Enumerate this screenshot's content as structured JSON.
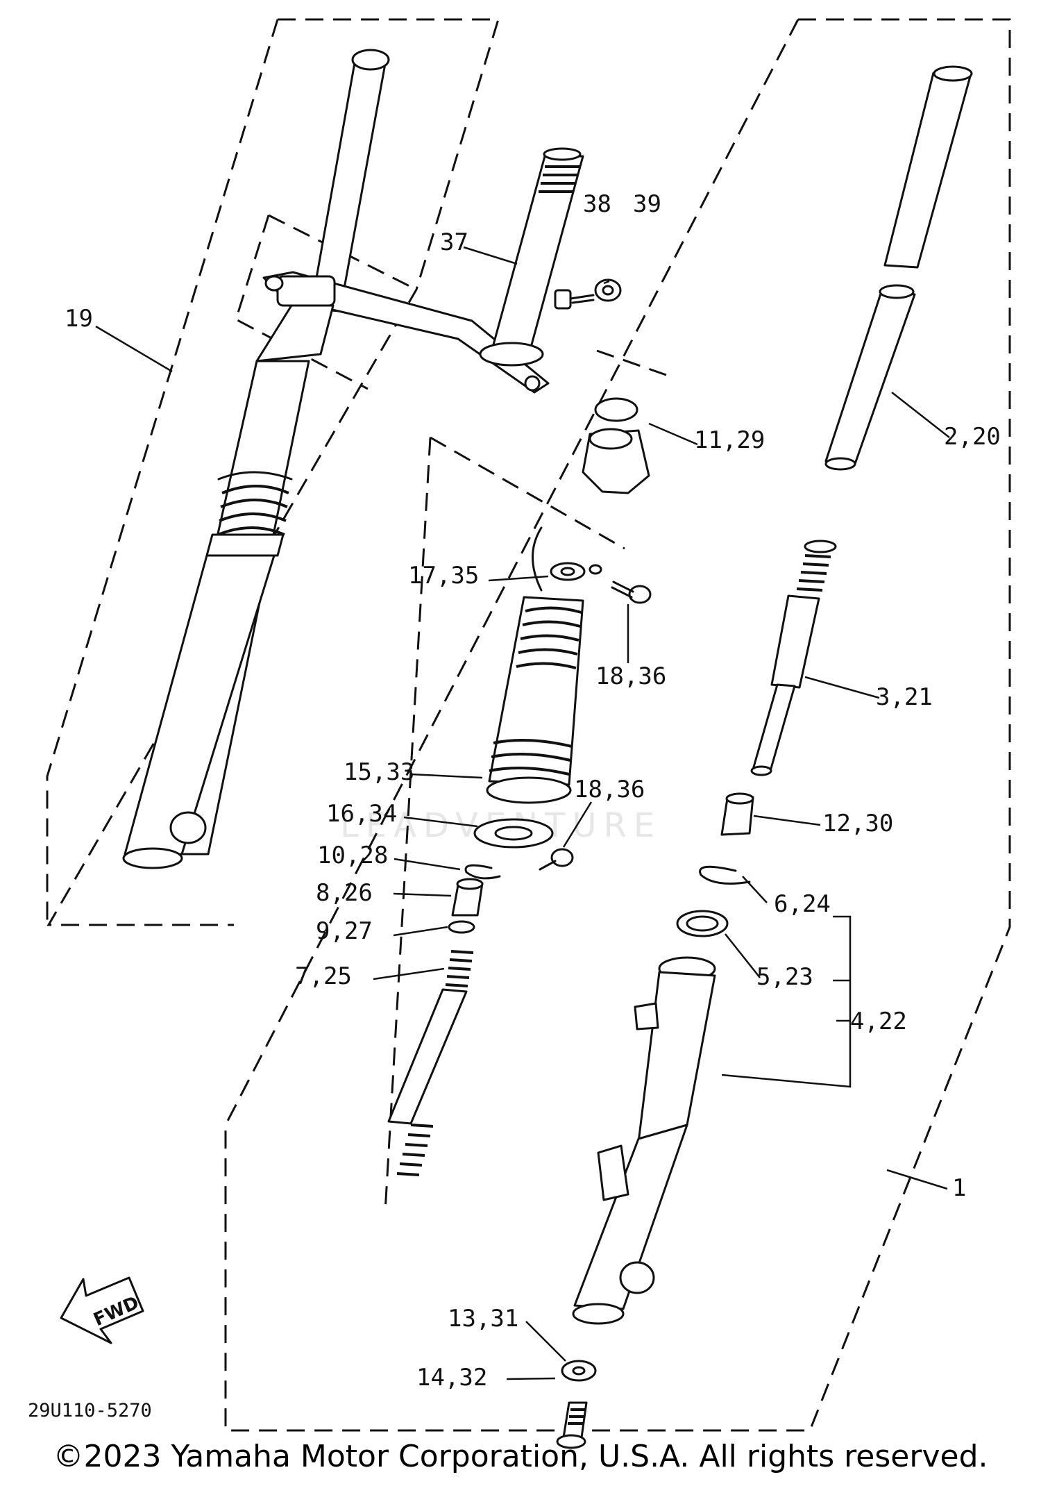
{
  "diagram": {
    "code": "29U110-5270",
    "fwd_label": "FWD",
    "watermark": "LEADVENTURE",
    "callouts": {
      "c19": "19",
      "c37": "37",
      "c38": "38",
      "c39": "39",
      "c2_20": "2,20",
      "c11_29": "11,29",
      "c17_35": "17,35",
      "c18_36a": "18,36",
      "c3_21": "3,21",
      "c15_33": "15,33",
      "c18_36b": "18,36",
      "c16_34": "16,34",
      "c12_30": "12,30",
      "c10_28": "10,28",
      "c8_26": "8,26",
      "c6_24": "6,24",
      "c9_27": "9,27",
      "c5_23": "5,23",
      "c7_25": "7,25",
      "c4_22": "4,22",
      "c1": "1",
      "c13_31": "13,31",
      "c14_32": "14,32"
    }
  },
  "footer": {
    "copyright": "©2023 Yamaha Motor Corporation, U.S.A. All rights reserved."
  }
}
